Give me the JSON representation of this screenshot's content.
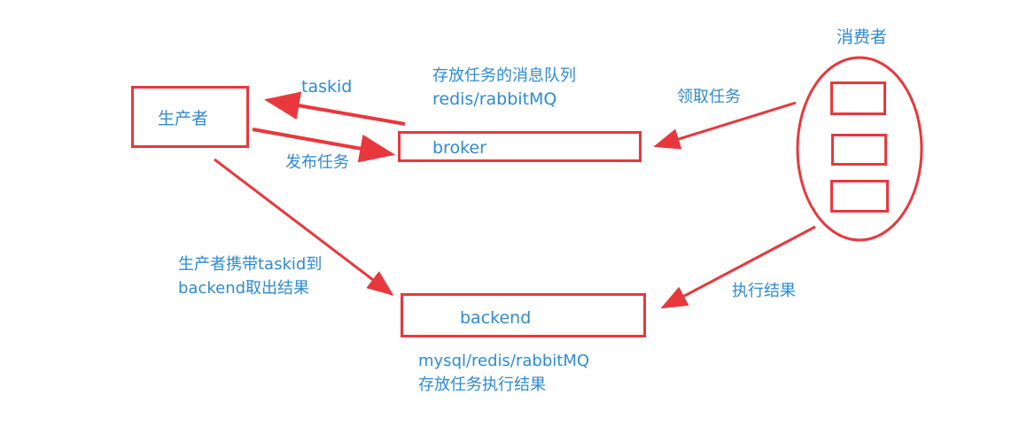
{
  "colors": {
    "stroke": "#e8383d",
    "text": "#2f8ad0",
    "background": "#ffffff"
  },
  "nodes": {
    "producer": {
      "label": "生产者"
    },
    "broker": {
      "label": "broker"
    },
    "backend": {
      "label": "backend"
    },
    "consumers": {
      "label": "消费者",
      "worker_count": 3
    }
  },
  "annotations": {
    "broker_desc_line1": "存放任务的消息队列",
    "broker_desc_line2": "redis/rabbitMQ",
    "backend_desc_line1": "mysql/redis/rabbitMQ",
    "backend_desc_line2": "存放任务执行结果"
  },
  "edges": {
    "broker_to_producer": {
      "label": "taskid"
    },
    "producer_to_broker": {
      "label": "发布任务"
    },
    "consumers_to_broker": {
      "label": "领取任务"
    },
    "producer_to_backend": {
      "label_line1": "生产者携带taskid到",
      "label_line2": "backend取出结果"
    },
    "consumers_to_backend": {
      "label": "执行结果"
    }
  }
}
